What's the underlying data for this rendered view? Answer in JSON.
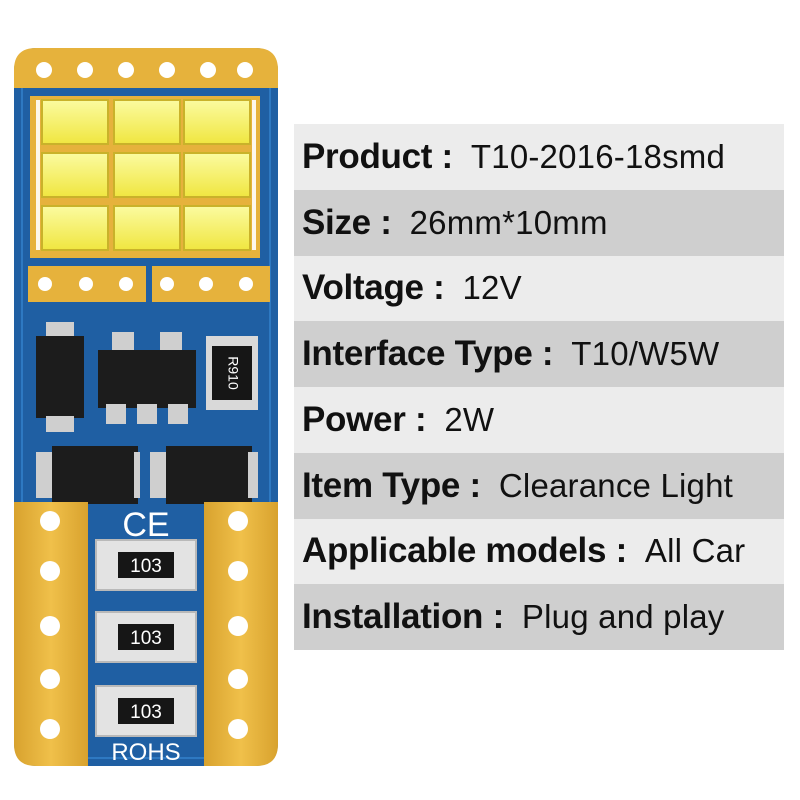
{
  "product_image": {
    "marks": {
      "ce": "CE",
      "rohs": "ROHS",
      "resistor_top": "R910",
      "resistors": [
        "103",
        "103",
        "103"
      ]
    }
  },
  "specs": [
    {
      "label": "Product :",
      "value": "T10-2016-18smd"
    },
    {
      "label": "Size :",
      "value": "26mm*10mm"
    },
    {
      "label": "Voltage :",
      "value": "12V"
    },
    {
      "label": "Interface Type :",
      "value": "T10/W5W"
    },
    {
      "label": "Power :",
      "value": "2W"
    },
    {
      "label": "Item Type :",
      "value": "Clearance Light"
    },
    {
      "label": "Applicable models :",
      "value": "All Car"
    },
    {
      "label": "Installation :",
      "value": "Plug and play"
    }
  ],
  "colors": {
    "pcb_blue": "#1f5fa3",
    "trace_blue": "#2e79c2",
    "gold": "#e6b23c",
    "gold_dark": "#b98a22",
    "led_yellow": "#f5f06a",
    "component_black": "#1c1c1c",
    "row_light": "#ececec",
    "row_dark": "#cfcfcf"
  }
}
